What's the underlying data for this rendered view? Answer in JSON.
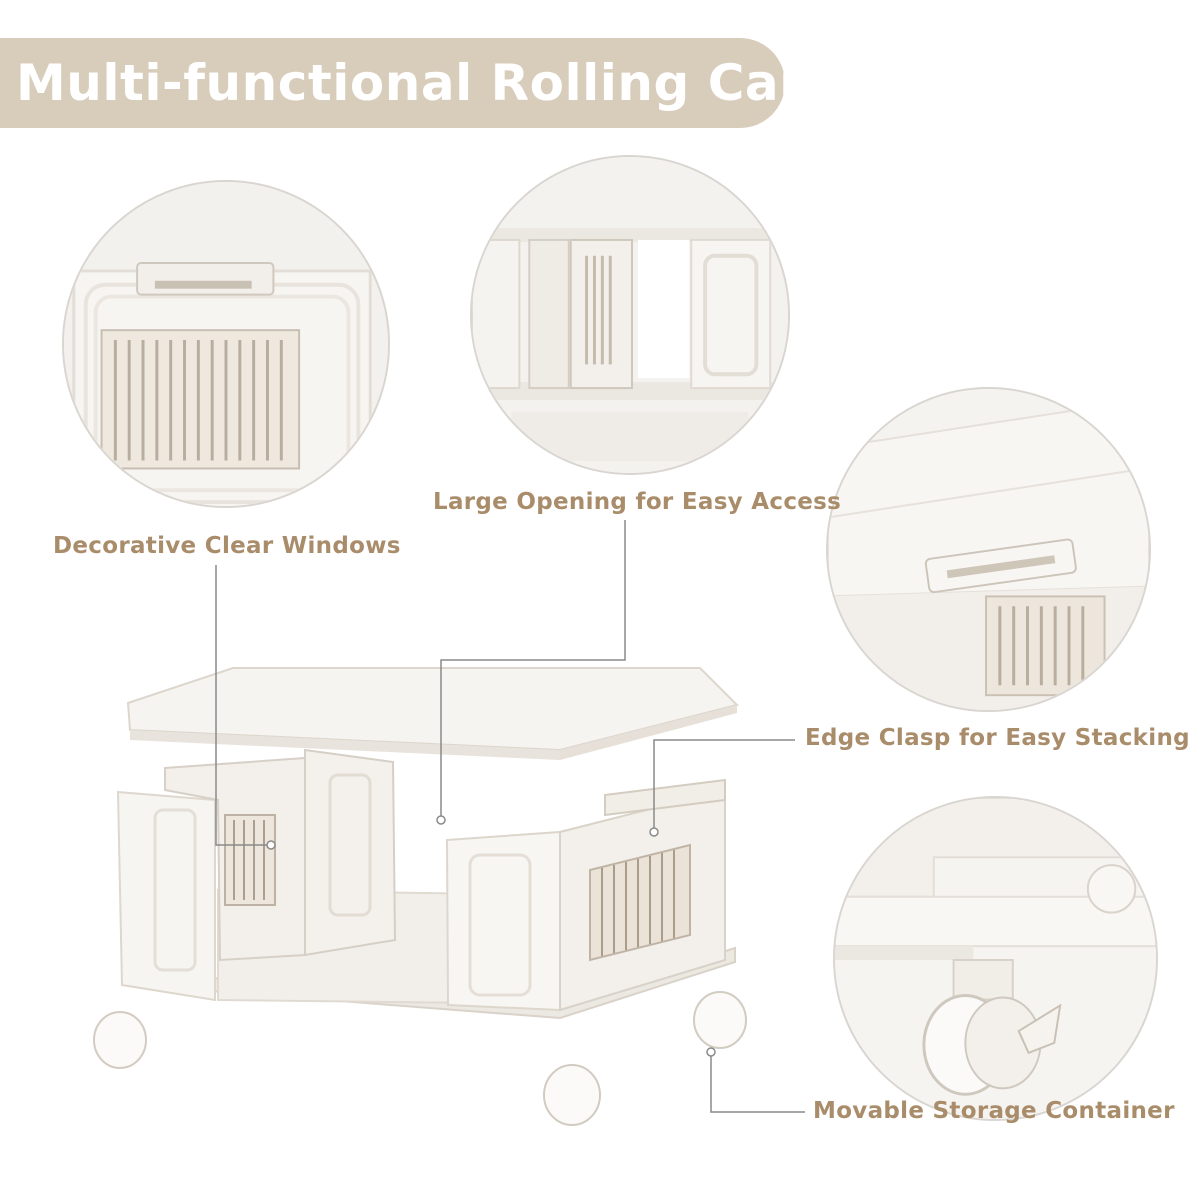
{
  "title": "Multi-functional Rolling Cart",
  "callouts": {
    "windows": "Decorative Clear Windows",
    "opening": "Large Opening for Easy Access",
    "clasp": "Edge Clasp for Easy Stacking",
    "container": "Movable Storage Container"
  },
  "colors": {
    "banner": "#d8ccbb",
    "label_text": "#a98c6a",
    "leader_line": "#8a8a8a",
    "cart_white": "#f5f3ef"
  }
}
